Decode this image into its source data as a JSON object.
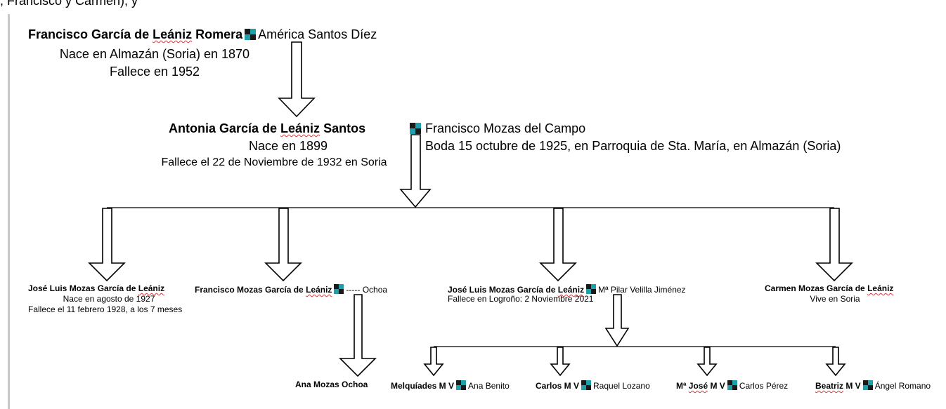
{
  "header_fragment": ", Francisco y Carmen), y",
  "colors": {
    "connector": "#000000",
    "marriage_sym_teal": "#1fa0a8",
    "marriage_sym_dark": "#1a1a1a",
    "spell_underline": "#d23b3b"
  },
  "marriage_symbol_icon": "marriage-symbol-icon",
  "gen1": {
    "person_a": "Francisco García de ",
    "person_a_u": "Leániz",
    "person_a_end": " Romera",
    "spouse": "América Santos Díez",
    "detail1": "Nace en Almazán (Soria) en 1870",
    "detail2": "Fallece en 1952"
  },
  "gen2": {
    "person_a": "Antonia García de ",
    "person_a_u": "Leániz",
    "person_a_end": " Santos",
    "spouse": "Francisco Mozas del Campo",
    "detail1": "Nace en 1899",
    "detail2": "Fallece el 22 de Noviembre de 1932 en Soria",
    "wedding": "Boda 15 octubre de 1925, en Parroquia de Sta. María, en Almazán (Soria)"
  },
  "gen3": {
    "child1": {
      "name": "José Luis Mozas García de ",
      "name_u": "Leániz",
      "detail1": "Nace en agosto de 1927",
      "detail2": "Fallece el 11 febrero 1928, a los 7 meses"
    },
    "child2": {
      "name": "Francisco Mozas García de ",
      "name_u": "Leániz",
      "spouse": "----- Ochoa"
    },
    "child3": {
      "name": "José Luis Mozas García de ",
      "name_u": "Leániz",
      "spouse": "Mª Pilar Velilla Jiménez",
      "detail1": "Fallece en Logroño: 2 Noviembre 2021"
    },
    "child4": {
      "name": "Carmen Mozas García de ",
      "name_u": "Leániz",
      "detail1": "Vive en Soria"
    }
  },
  "gen4": {
    "ana": "Ana Mozas Ochoa",
    "melquiades": "Melquíades M V",
    "melquiades_spouse": "Ana Benito",
    "carlos": "Carlos M V",
    "carlos_spouse": "Raquel Lozano",
    "majose_a": "Mª ",
    "majose_u": "José",
    "majose_b": " M V",
    "majose_spouse": "Carlos Pérez",
    "beatriz_u": "Beatriz",
    "beatriz_b": " M V",
    "beatriz_spouse": "Ángel Romano"
  }
}
